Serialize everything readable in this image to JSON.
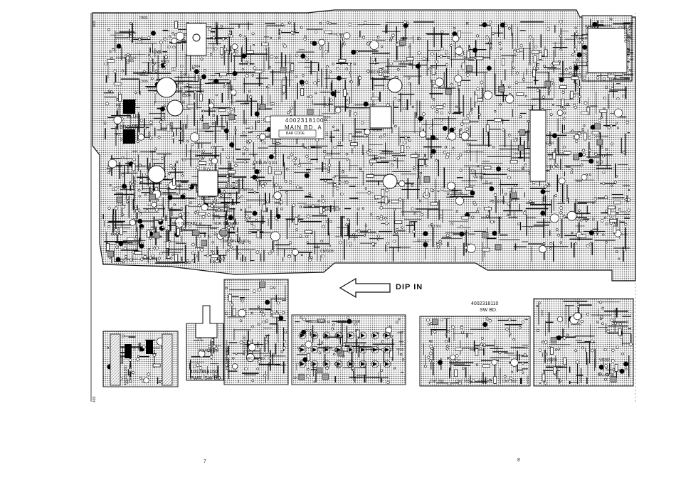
{
  "page": {
    "page_number_left": "7",
    "page_number_right": "8",
    "side_mark_top": "403",
    "side_mark_bottom": "403"
  },
  "main_board": {
    "part_number": "4002318100",
    "name": "MAIN BD. A",
    "bar_code": "BAR CODE",
    "labels": {
      "white": "WHITE",
      "blue": "BLUE",
      "brown": "BROWN",
      "relay": "RELAY Q101",
      "dip_in": "DIP IN",
      "rec_level": "REC LEVEL",
      "pb_level": "PB LEVEL",
      "vr101": "VR101",
      "l501": "L501",
      "l504": "L504",
      "c505": "C505",
      "c504": "C504",
      "c502": "C502",
      "ic501": "IC501",
      "q501": "Q501",
      "r501": "R501",
      "d501": "D501",
      "p6": "P6",
      "p7": "P7",
      "cnt205": "CNT205",
      "cnt202": "CNT202",
      "cnt203": "CNT203",
      "cnt301": "CNT301",
      "ic301": "IC301",
      "ic101": "IC101",
      "ic102": "IC102",
      "met_bias": "MET. BIAS ADJ",
      "nor_bias": "NOR. BIAS ADJ",
      "low_sp": "LOW SPEED ADJ",
      "hi_sp": "HI-SPEED ADJ",
      "lineout": "LINE OUT"
    }
  },
  "sub_boards": {
    "fuse": {
      "part_number": "4002318160",
      "name": "FUSE BD."
    },
    "pwr_sw": {
      "part_number": "4002318150",
      "name": "PWR. SW BD.",
      "power_sw": "POWER SW"
    },
    "headphone": {
      "part_number": "4002318130",
      "name": "HEADPHONE",
      "mic": "MIC MONO"
    },
    "level_meter": {
      "part_number": "4002318120",
      "name": "LEVEL METER"
    },
    "sw": {
      "part_number": "4002318110",
      "name": "SW BD.",
      "cnt": [
        "CNT 702",
        "CNT 703",
        "CNT 701",
        "CNT 302"
      ]
    },
    "vr": {
      "vr201": "VR201",
      "rec_vol": "REC VOL",
      "vr302": "VR302",
      "balance": "BALANCE"
    },
    "input": {
      "part_number": "4002318140",
      "name": "INPUT BD."
    }
  },
  "colors": {
    "ink": "#111111",
    "copper": "#cfcfcf",
    "copper_dark": "#9a9a9a",
    "pad": "#000000",
    "paper": "#ffffff"
  }
}
